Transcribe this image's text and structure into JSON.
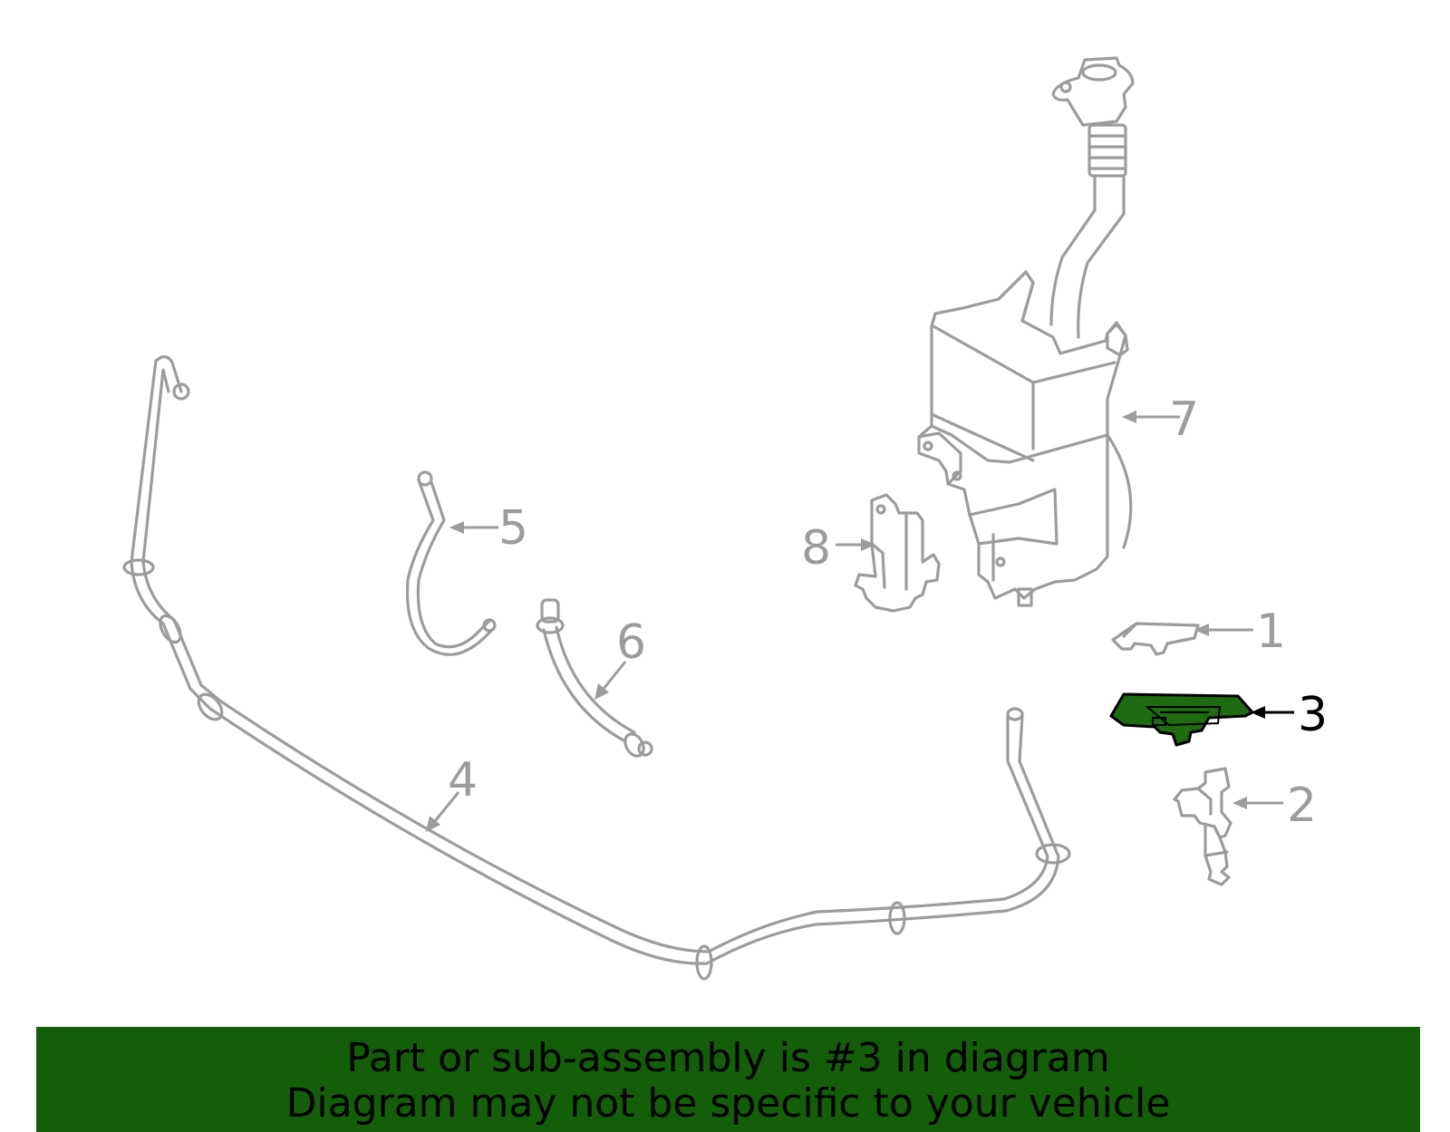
{
  "diagram": {
    "highlight_color": "#1e6b12",
    "part_color": "#9c9c9c",
    "callouts": [
      {
        "id": "1",
        "label": "1",
        "highlighted": false
      },
      {
        "id": "2",
        "label": "2",
        "highlighted": false
      },
      {
        "id": "3",
        "label": "3",
        "highlighted": true
      },
      {
        "id": "4",
        "label": "4",
        "highlighted": false
      },
      {
        "id": "5",
        "label": "5",
        "highlighted": false
      },
      {
        "id": "6",
        "label": "6",
        "highlighted": false
      },
      {
        "id": "7",
        "label": "7",
        "highlighted": false
      },
      {
        "id": "8",
        "label": "8",
        "highlighted": false
      }
    ]
  },
  "banner": {
    "background": "#145e0a",
    "line1": "Part or sub-assembly is #3 in diagram",
    "line2": "Diagram may not be specific to your vehicle"
  }
}
